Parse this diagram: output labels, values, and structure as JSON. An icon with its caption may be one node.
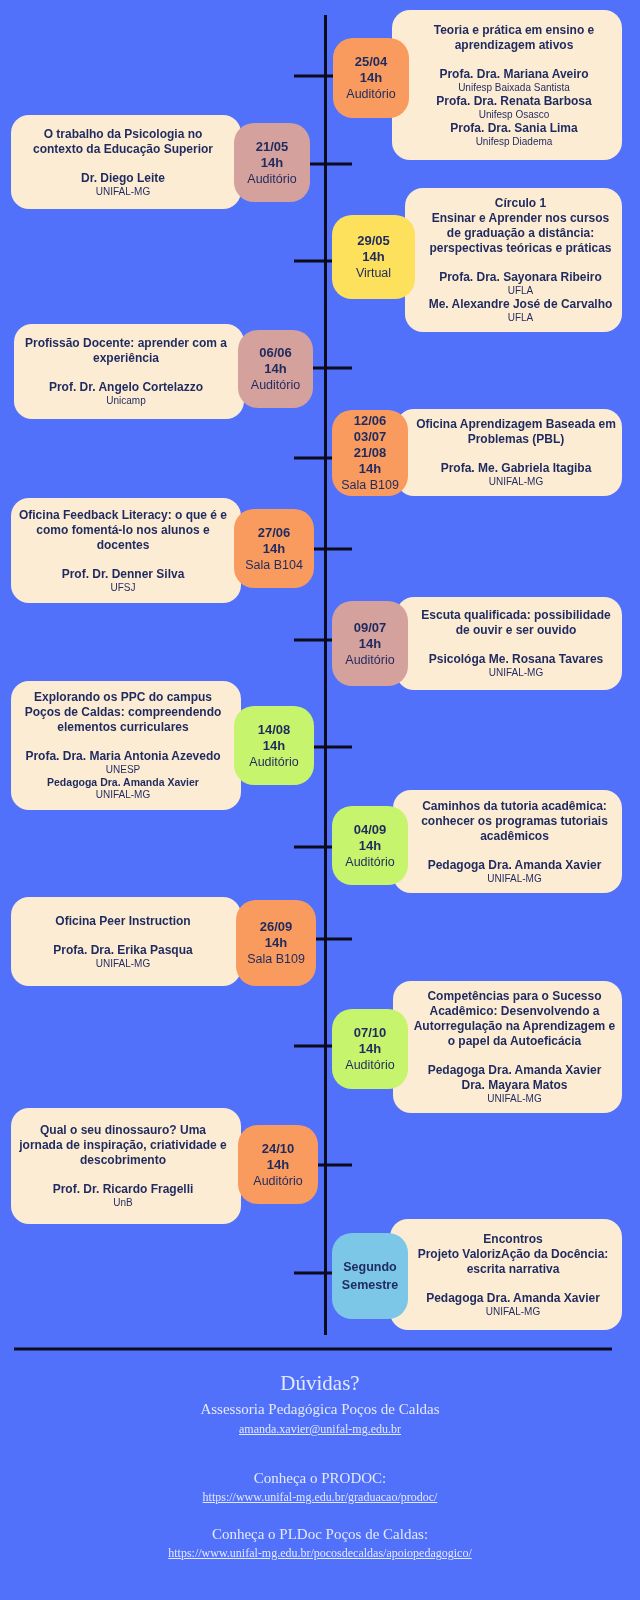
{
  "diagram": {
    "nodes": [
      {
        "text": [
          "Teoria e prática em ensino e aprendizagem ativos",
          "Profa. Dra. Mariana Aveiro",
          "Unifesp Baixada Santista",
          "Profa. Dra. Renata Barbosa",
          "Unifesp Osasco",
          "Profa. Dra. Sania Lima",
          "Unifesp Diadema"
        ]
      },
      {
        "text": [
          "25/04",
          "14h",
          "Auditório"
        ]
      },
      {
        "text": [
          "O trabalho da Psicologia no contexto da Educação Superior",
          "Dr. Diego Leite",
          "UNIFAL-MG"
        ]
      },
      {
        "text": [
          "21/05",
          "14h",
          "Auditório"
        ]
      },
      {
        "text": [
          "Círculo 1",
          "Ensinar e Aprender nos cursos de graduação a distância: perspectivas teóricas e práticas",
          "Profa. Dra. Sayonara Ribeiro",
          "UFLA",
          "Me. Alexandre José de Carvalho",
          "UFLA"
        ]
      },
      {
        "text": [
          "29/05",
          "14h",
          "Virtual"
        ]
      },
      {
        "text": [
          "Profissão Docente: aprender com a experiência",
          "Prof. Dr. Angelo Cortelazzo",
          "Unicamp"
        ]
      },
      {
        "text": [
          "06/06",
          "14h",
          "Auditório"
        ]
      },
      {
        "text": [
          "Oficina Aprendizagem Baseada em Problemas (PBL)",
          "Profa. Me. Gabriela Itagiba",
          "UNIFAL-MG"
        ]
      },
      {
        "text": [
          "12/06",
          "03/07",
          "21/08",
          "14h",
          "Sala B109"
        ]
      },
      {
        "text": [
          "Oficina Feedback Literacy: o que é e como fomentá-lo nos alunos e docentes",
          "Prof. Dr. Denner Silva",
          "UFSJ"
        ]
      },
      {
        "text": [
          "27/06",
          "14h",
          "Sala B104"
        ]
      },
      {
        "text": [
          "Escuta qualificada: possibilidade de ouvir e ser ouvido",
          "Psicológa Me. Rosana Tavares",
          "UNIFAL-MG"
        ]
      },
      {
        "text": [
          "09/07",
          "14h",
          "Auditório"
        ]
      },
      {
        "text": [
          "Explorando os PPC do campus Poços de Caldas: compreendendo elementos curriculares",
          "Profa. Dra. Maria Antonia Azevedo",
          "UNESP",
          "Pedagoga Dra. Amanda Xavier",
          "UNIFAL-MG"
        ]
      },
      {
        "text": [
          "14/08",
          "14h",
          "Auditório"
        ]
      },
      {
        "text": [
          "Caminhos da tutoria acadêmica: conhecer os programas tutoriais acadêmicos",
          "Pedagoga Dra. Amanda Xavier",
          "UNIFAL-MG"
        ]
      },
      {
        "text": [
          "04/09",
          "14h",
          "Auditório"
        ]
      },
      {
        "text": [
          "Oficina Peer Instruction",
          "Profa. Dra. Erika Pasqua",
          "UNIFAL-MG"
        ]
      },
      {
        "text": [
          "26/09",
          "14h",
          "Sala B109"
        ]
      },
      {
        "text": [
          "Competências para o Sucesso Acadêmico: Desenvolvendo a Autorregulação na Aprendizagem e o papel da Autoeficácia",
          "Pedagoga Dra. Amanda Xavier",
          "Dra. Mayara Matos",
          "UNIFAL-MG"
        ]
      },
      {
        "text": [
          "07/10",
          "14h",
          "Auditório"
        ]
      },
      {
        "text": [
          "Qual o seu dinossauro? Uma jornada de inspiração, criatividade e descobrimento",
          "Prof. Dr. Ricardo Fragelli",
          "UnB"
        ]
      },
      {
        "text": [
          "24/10",
          "14h",
          "Auditório"
        ]
      },
      {
        "text": [
          "Encontros",
          "Projeto ValorizAção da Docência: escrita narrativa",
          "Pedagoga Dra. Amanda Xavier",
          "UNIFAL-MG"
        ]
      },
      {
        "text": [
          "Segundo Semestre"
        ]
      },
      {
        "text": [],
        "shape": "bar"
      }
    ],
    "edges": [
      {
        "from": 26,
        "to": 1,
        "arrow": "none"
      },
      {
        "from": 26,
        "to": 3,
        "arrow": "none"
      },
      {
        "from": 26,
        "to": 5,
        "arrow": "none"
      },
      {
        "from": 26,
        "to": 7,
        "arrow": "none"
      },
      {
        "from": 26,
        "to": 9,
        "arrow": "none"
      },
      {
        "from": 26,
        "to": 11,
        "arrow": "none"
      },
      {
        "from": 26,
        "to": 13,
        "arrow": "none"
      },
      {
        "from": 26,
        "to": 15,
        "arrow": "none"
      },
      {
        "from": 26,
        "to": 17,
        "arrow": "none"
      },
      {
        "from": 26,
        "to": 19,
        "arrow": "none"
      },
      {
        "from": 26,
        "to": 21,
        "arrow": "none"
      },
      {
        "from": 26,
        "to": 23,
        "arrow": "none"
      },
      {
        "from": 26,
        "to": 25,
        "arrow": "none"
      }
    ],
    "labels": [
      "Dúvidas?",
      "Assessoria Pedagógica Poços de Caldas",
      "amanda.xavier@unifal-mg.edu.br",
      "Conheça o PRODOC:",
      "https://www.unifal-mg.edu.br/graduacao/prodoc/",
      "Conheça o PLDoc Poços de Caldas:",
      "https://www.unifal-mg.edu.br/pocosdecaldas/apoiopedagogico/"
    ]
  }
}
